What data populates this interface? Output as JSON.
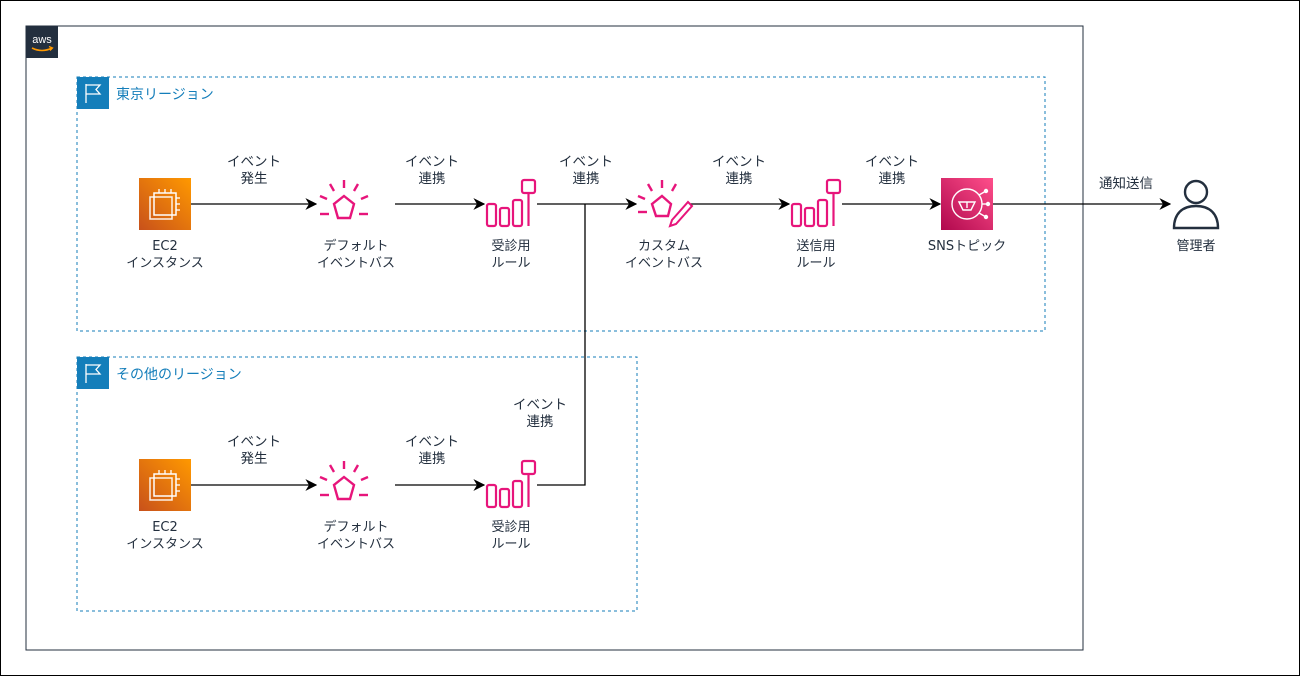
{
  "aws_logo_text": "aws",
  "regions": {
    "tokyo": {
      "title": "東京リージョン"
    },
    "other": {
      "title": "その他のリージョン"
    }
  },
  "nodes": {
    "tokyo_ec2": {
      "line1": "EC2",
      "line2": "インスタンス",
      "icon": "ec2-instance-icon"
    },
    "tokyo_default_bus": {
      "line1": "デフォルト",
      "line2": "イベントバス",
      "icon": "eventbridge-event-bus-icon"
    },
    "tokyo_recv_rule": {
      "line1": "受診用",
      "line2": "ルール",
      "icon": "eventbridge-rule-icon"
    },
    "custom_bus": {
      "line1": "カスタム",
      "line2": "イベントバス",
      "icon": "eventbridge-custom-bus-icon"
    },
    "send_rule": {
      "line1": "送信用",
      "line2": "ルール",
      "icon": "eventbridge-rule-icon"
    },
    "sns_topic": {
      "line1": "SNSトピック",
      "icon": "sns-topic-icon"
    },
    "admin": {
      "line1": "管理者",
      "icon": "user-icon"
    },
    "other_ec2": {
      "line1": "EC2",
      "line2": "インスタンス",
      "icon": "ec2-instance-icon"
    },
    "other_default_bus": {
      "line1": "デフォルト",
      "line2": "イベントバス",
      "icon": "eventbridge-event-bus-icon"
    },
    "other_recv_rule": {
      "line1": "受診用",
      "line2": "ルール",
      "icon": "eventbridge-rule-icon"
    }
  },
  "edges": {
    "t1": {
      "line1": "イベント",
      "line2": "発生"
    },
    "t2": {
      "line1": "イベント",
      "line2": "連携"
    },
    "t3": {
      "line1": "イベント",
      "line2": "連携"
    },
    "t4": {
      "line1": "イベント",
      "line2": "連携"
    },
    "t5": {
      "line1": "イベント",
      "line2": "連携"
    },
    "notify": {
      "line1": "通知送信"
    },
    "o1": {
      "line1": "イベント",
      "line2": "発生"
    },
    "o2": {
      "line1": "イベント",
      "line2": "連携"
    },
    "o3": {
      "line1": "イベント",
      "line2": "連携"
    }
  },
  "colors": {
    "region_border": "#147eba",
    "ec2_orange": "#ed7100",
    "eventbridge_pink": "#e7157b",
    "sns_pink": "#e7157b",
    "aws_dark": "#232f3e"
  }
}
